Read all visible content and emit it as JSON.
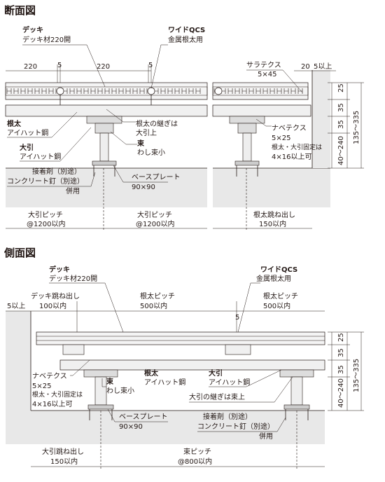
{
  "section": {
    "title": "断面図",
    "deck_label": "デッキ",
    "deck_material": "デッキ材220開",
    "qcs_label": "ワイドQCS",
    "qcs_material": "金属根太用",
    "dim_220_a": "220",
    "dim_5_a": "5",
    "dim_220_b": "220",
    "dim_5_b": "5",
    "neta_label": "根太",
    "neta_material": "アイハット鋼",
    "obiki_label": "大引",
    "obiki_material": "アイハット鋼",
    "tsugi_line1": "根太の継ぎは",
    "tsugi_line2": "大引上",
    "tsuka_label": "束",
    "tsuka_material": "わし束小",
    "adhesive_line1": "接着剤（別途）",
    "adhesive_line2": "コンクリート釘（別途）",
    "adhesive_line3": "併用",
    "baseplate_label": "ベースプレート",
    "baseplate_size": "90×90",
    "pitch1_line1": "大引ピッチ",
    "pitch1_line2": "@1200以内",
    "pitch2_line1": "大引ピッチ",
    "pitch2_line2": "@1200以内",
    "saratex_label": "サラテクス",
    "saratex_size": "5×45",
    "dim_20": "20",
    "dim_5ijo": "5以上",
    "navetex_label": "ナベテクス",
    "navetex_size": "5×25",
    "fix_line1": "根太・大引固定は",
    "fix_line2": "4×16以上可",
    "dim_25": "25",
    "dim_35a": "35",
    "dim_35b": "35",
    "dim_40_240": "40〜240",
    "dim_135_335": "135〜335",
    "overhang_line1": "根太跳ね出し",
    "overhang_line2": "150以内"
  },
  "side": {
    "title": "側面図",
    "deck_label": "デッキ",
    "deck_material": "デッキ材220開",
    "qcs_label": "ワイドQCS",
    "qcs_material": "金属根太用",
    "deck_overhang_line1": "デッキ跳ね出し",
    "deck_overhang_line2": "100以内",
    "dim_5ijo": "5以上",
    "neta_pitch_a_line1": "根太ピッチ",
    "neta_pitch_a_line2": "500以内",
    "neta_pitch_b_line1": "根太ピッチ",
    "neta_pitch_b_line2": "500以内",
    "dim_5": "5",
    "navetex_label": "ナベテクス",
    "navetex_size": "5×25",
    "fix_line1": "根太・大引固定は",
    "fix_line2": "4×16以上可",
    "tsuka_label": "束",
    "tsuka_material": "わし束小",
    "neta_label": "根太",
    "neta_material": "アイハット鋼",
    "obiki_label": "大引",
    "obiki_material": "アイハット鋼",
    "tsugi_text": "大引の継ぎは束上",
    "baseplate_label": "ベースプレート",
    "baseplate_size": "90×90",
    "adhesive_line1": "接着剤（別途）",
    "adhesive_line2": "コンクリート釘（別途）",
    "adhesive_line3": "併用",
    "obiki_overhang_line1": "大引跳ね出し",
    "obiki_overhang_line2": "150以内",
    "tsuka_pitch_line1": "束ピッチ",
    "tsuka_pitch_line2": "@800以内",
    "dim_25": "25",
    "dim_35a": "35",
    "dim_35b": "35",
    "dim_40_240": "40〜240",
    "dim_135_335": "135〜335"
  }
}
